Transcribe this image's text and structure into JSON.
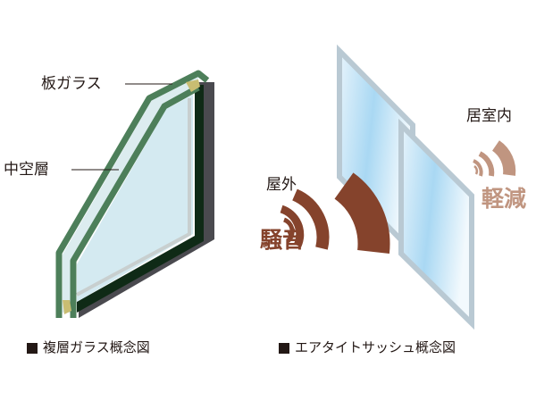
{
  "left_diagram": {
    "label_pane_glass": "板ガラス",
    "label_air_layer": "中空層",
    "caption": "複層ガラス概念図"
  },
  "right_diagram": {
    "label_outdoor": "屋外",
    "label_indoor": "居室内",
    "label_noise": "騒音",
    "label_reduced": "軽減",
    "caption": "エアタイトサッシュ概念図"
  },
  "colors": {
    "glass_frame_green": "#4d7f5a",
    "glass_fill": "#d4eaf1",
    "noise_brown": "#85432c",
    "reduced_brown": "#c09580",
    "sash_frame": "#b9c9d3"
  }
}
